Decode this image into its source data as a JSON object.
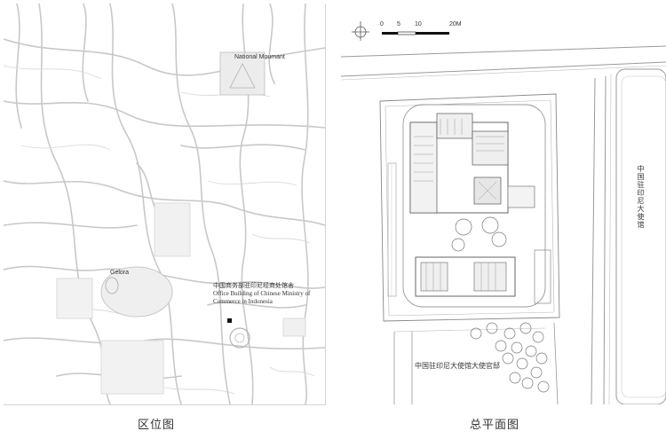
{
  "location_map": {
    "caption": "区位图",
    "landmark_national_monument": "National Moumant",
    "landmark_gelora": "Gelora",
    "site_label_cn": "中国商务部驻印尼经商处馆舍",
    "site_label_en_line1": "Office Building of Chinese Ministry of",
    "site_label_en_line2": "Commerce in Indonesia"
  },
  "site_plan": {
    "caption": "总平面图",
    "scale_labels": [
      "0",
      "5",
      "10",
      "20M"
    ],
    "embassy_label": "中国驻印尼大使馆",
    "residence_label": "中国驻印尼大使馆大使官邸"
  }
}
